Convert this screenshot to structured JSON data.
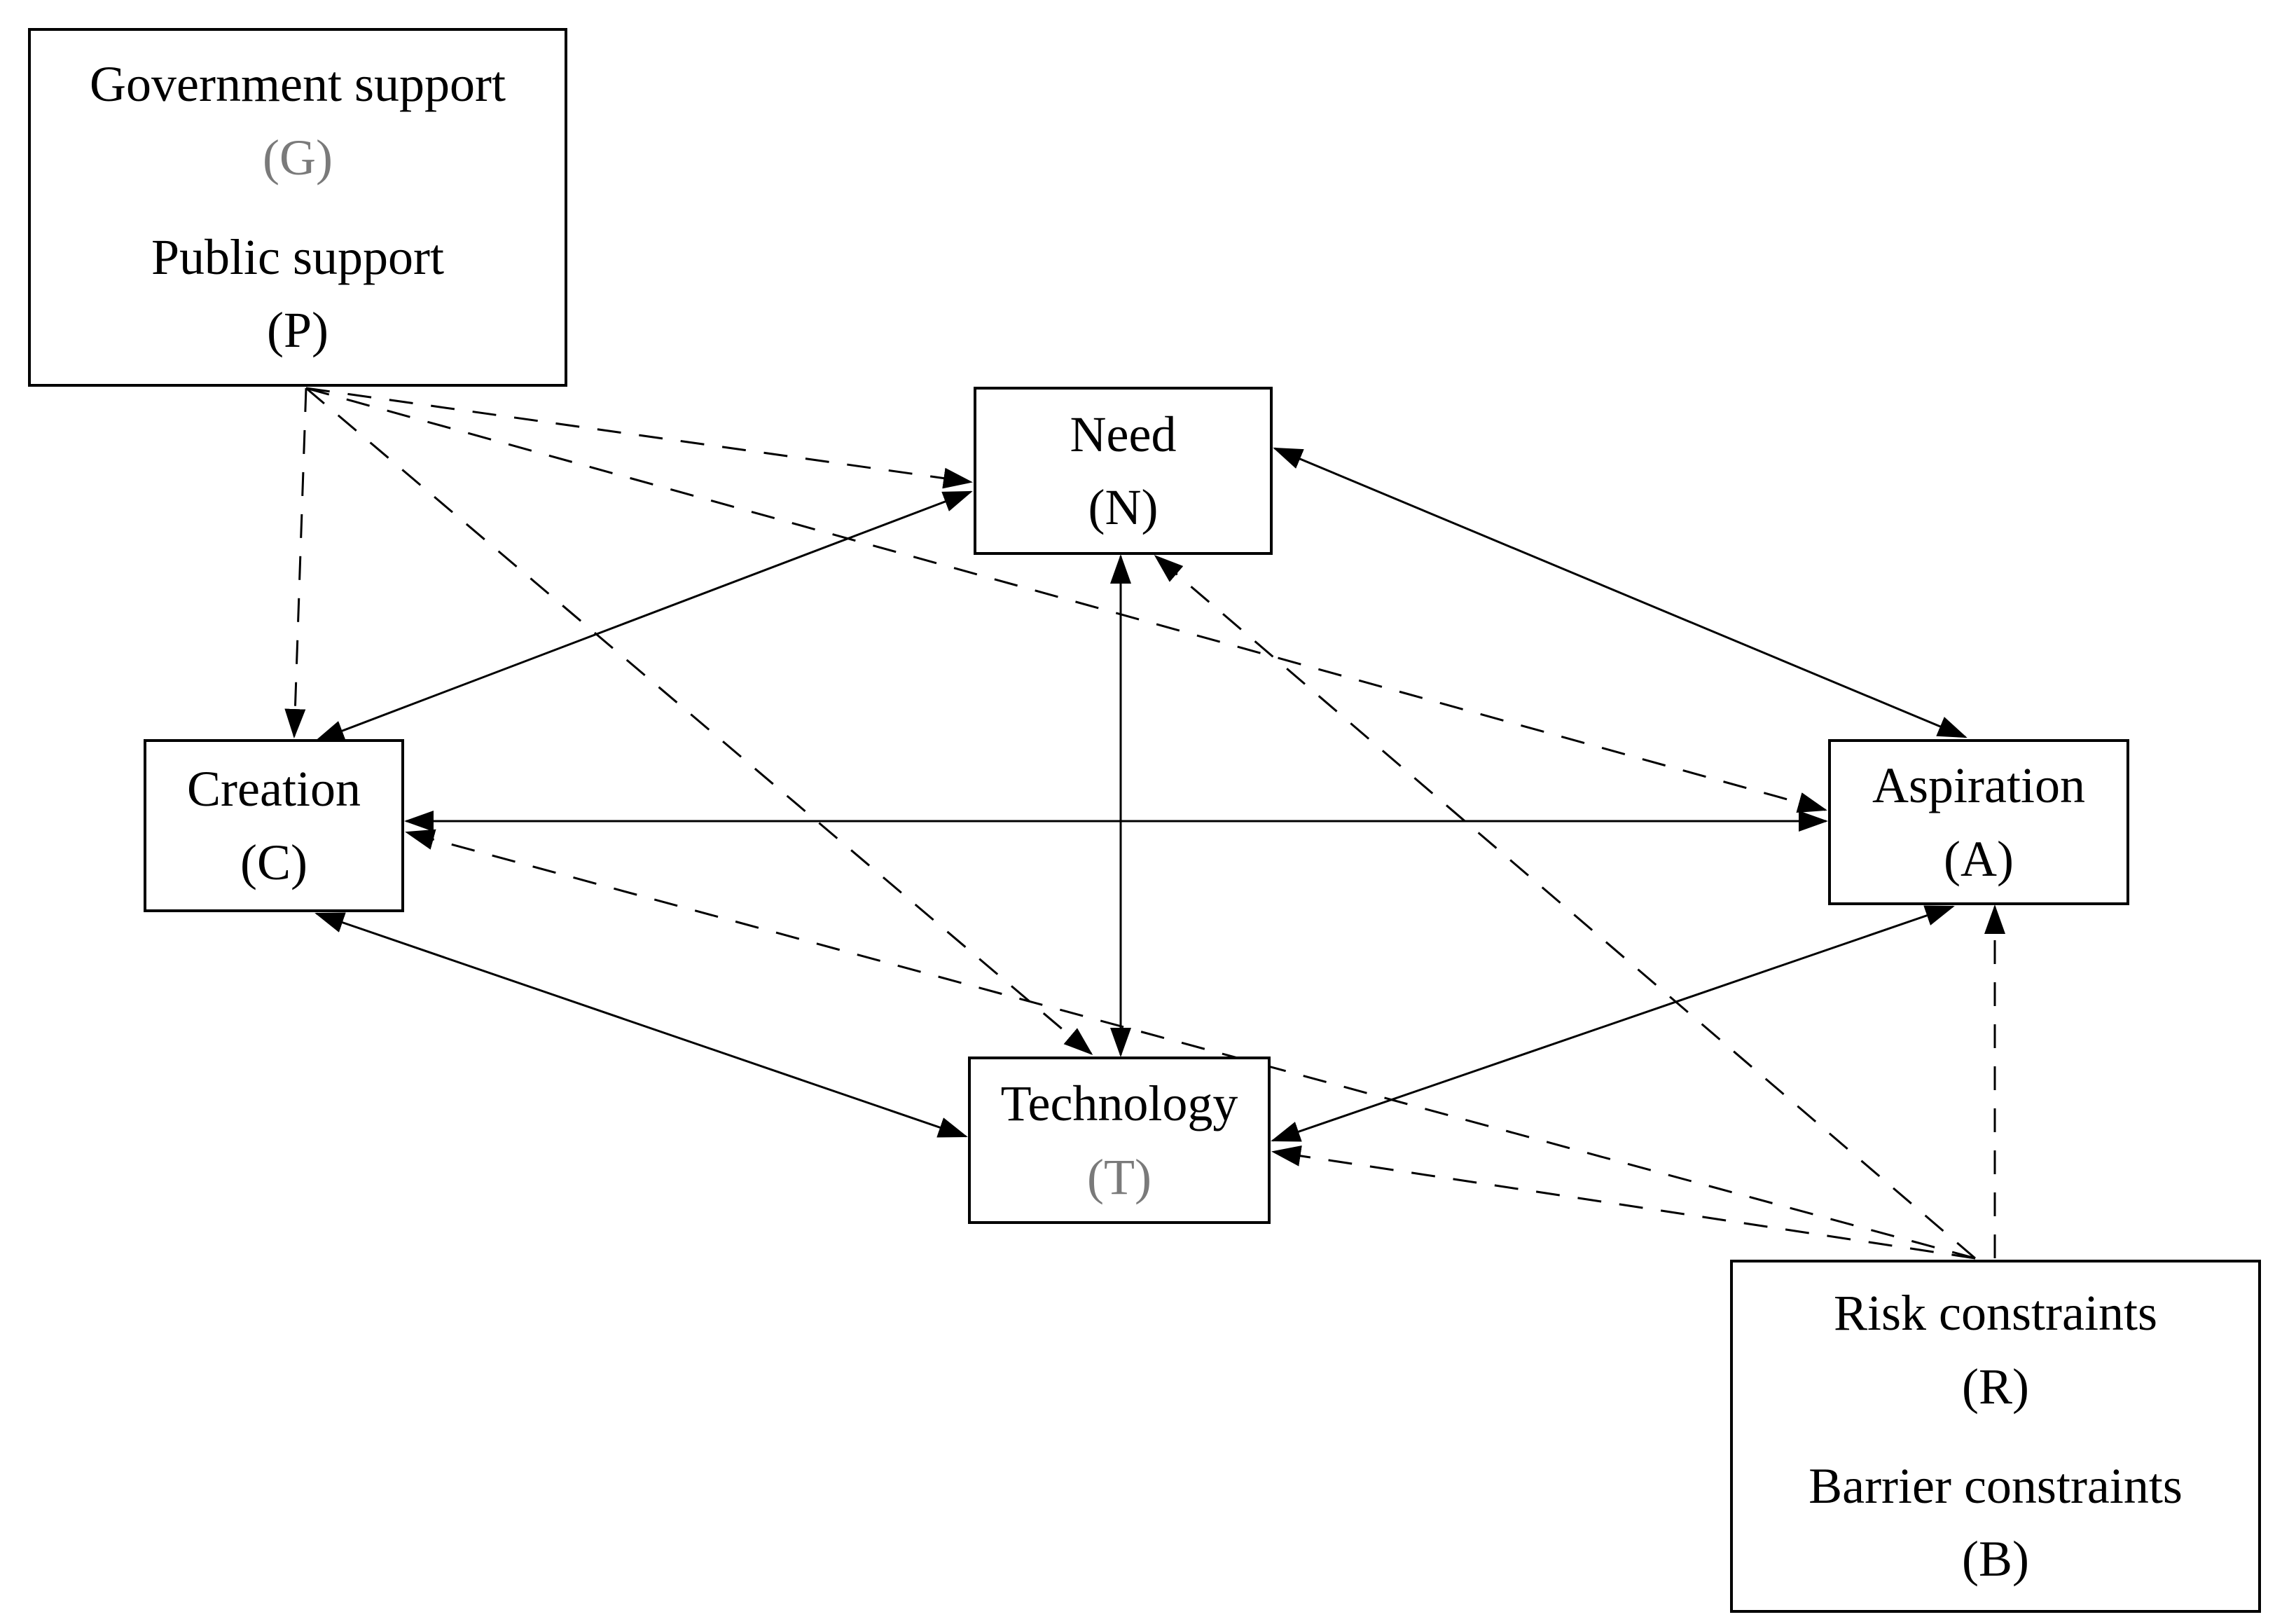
{
  "diagram": {
    "background": "#ffffff",
    "line_color": "#000000",
    "muted_code_color": "#7a7a7a",
    "nodes": {
      "support": {
        "entries": [
          {
            "label": "Government support",
            "code": "(G)",
            "code_muted": true
          },
          {
            "label": "Public support",
            "code": "(P)",
            "code_muted": false
          }
        ]
      },
      "need": {
        "label": "Need",
        "code": "(N)",
        "code_muted": false
      },
      "creation": {
        "label": "Creation",
        "code": "(C)",
        "code_muted": false
      },
      "aspiration": {
        "label": "Aspiration",
        "code": "(A)",
        "code_muted": false
      },
      "technology": {
        "label": "Technology",
        "code": "(T)",
        "code_muted": true
      },
      "constraints": {
        "entries": [
          {
            "label": "Risk constraints",
            "code": "(R)",
            "code_muted": false
          },
          {
            "label": "Barrier constraints",
            "code": "(B)",
            "code_muted": false
          }
        ]
      }
    },
    "edges": [
      {
        "from": "Creation",
        "to": "Need",
        "style": "solid",
        "direction": "both"
      },
      {
        "from": "Need",
        "to": "Technology",
        "style": "solid",
        "direction": "both"
      },
      {
        "from": "Creation",
        "to": "Aspiration",
        "style": "solid",
        "direction": "both"
      },
      {
        "from": "Creation",
        "to": "Technology",
        "style": "solid",
        "direction": "both"
      },
      {
        "from": "Technology",
        "to": "Aspiration",
        "style": "solid",
        "direction": "both"
      },
      {
        "from": "Need",
        "to": "Aspiration",
        "style": "solid",
        "direction": "both"
      },
      {
        "from": "Government support / Public support",
        "to": "Creation",
        "style": "dashed",
        "direction": "to"
      },
      {
        "from": "Government support / Public support",
        "to": "Need",
        "style": "dashed",
        "direction": "to"
      },
      {
        "from": "Government support / Public support",
        "to": "Technology",
        "style": "dashed",
        "direction": "to"
      },
      {
        "from": "Government support / Public support",
        "to": "Aspiration",
        "style": "dashed",
        "direction": "to"
      },
      {
        "from": "Risk constraints / Barrier constraints",
        "to": "Aspiration",
        "style": "dashed",
        "direction": "to"
      },
      {
        "from": "Risk constraints / Barrier constraints",
        "to": "Need",
        "style": "dashed",
        "direction": "to"
      },
      {
        "from": "Risk constraints / Barrier constraints",
        "to": "Technology",
        "style": "dashed",
        "direction": "to"
      },
      {
        "from": "Risk constraints / Barrier constraints",
        "to": "Creation",
        "style": "dashed",
        "direction": "to"
      }
    ]
  }
}
